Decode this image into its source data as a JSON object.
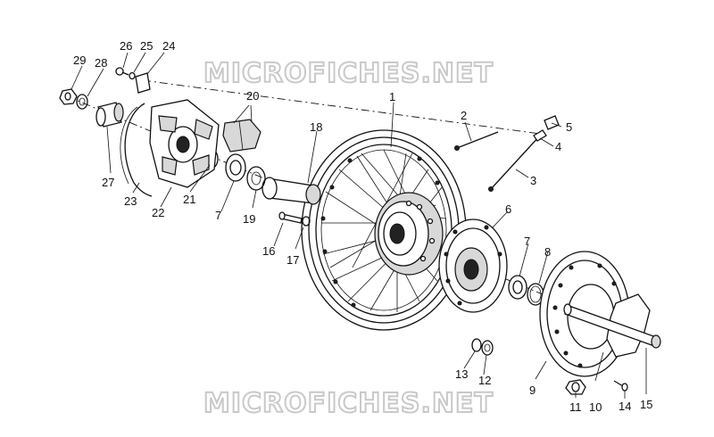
{
  "watermark": {
    "top": "MICROFICHES.NET",
    "bottom": "MICROFICHES.NET"
  },
  "callouts": {
    "c1": "1",
    "c2": "2",
    "c3": "3",
    "c4": "4",
    "c5": "5",
    "c6": "6",
    "c7a": "7",
    "c7b": "7",
    "c8": "8",
    "c9": "9",
    "c10": "10",
    "c11": "11",
    "c12": "12",
    "c13": "13",
    "c14": "14",
    "c15": "15",
    "c16": "16",
    "c17": "17",
    "c18": "18",
    "c19": "19",
    "c20": "20",
    "c21": "21",
    "c22": "22",
    "c23": "23",
    "c24": "24",
    "c25": "25",
    "c26": "26",
    "c27": "27",
    "c28": "28",
    "c29": "29"
  }
}
